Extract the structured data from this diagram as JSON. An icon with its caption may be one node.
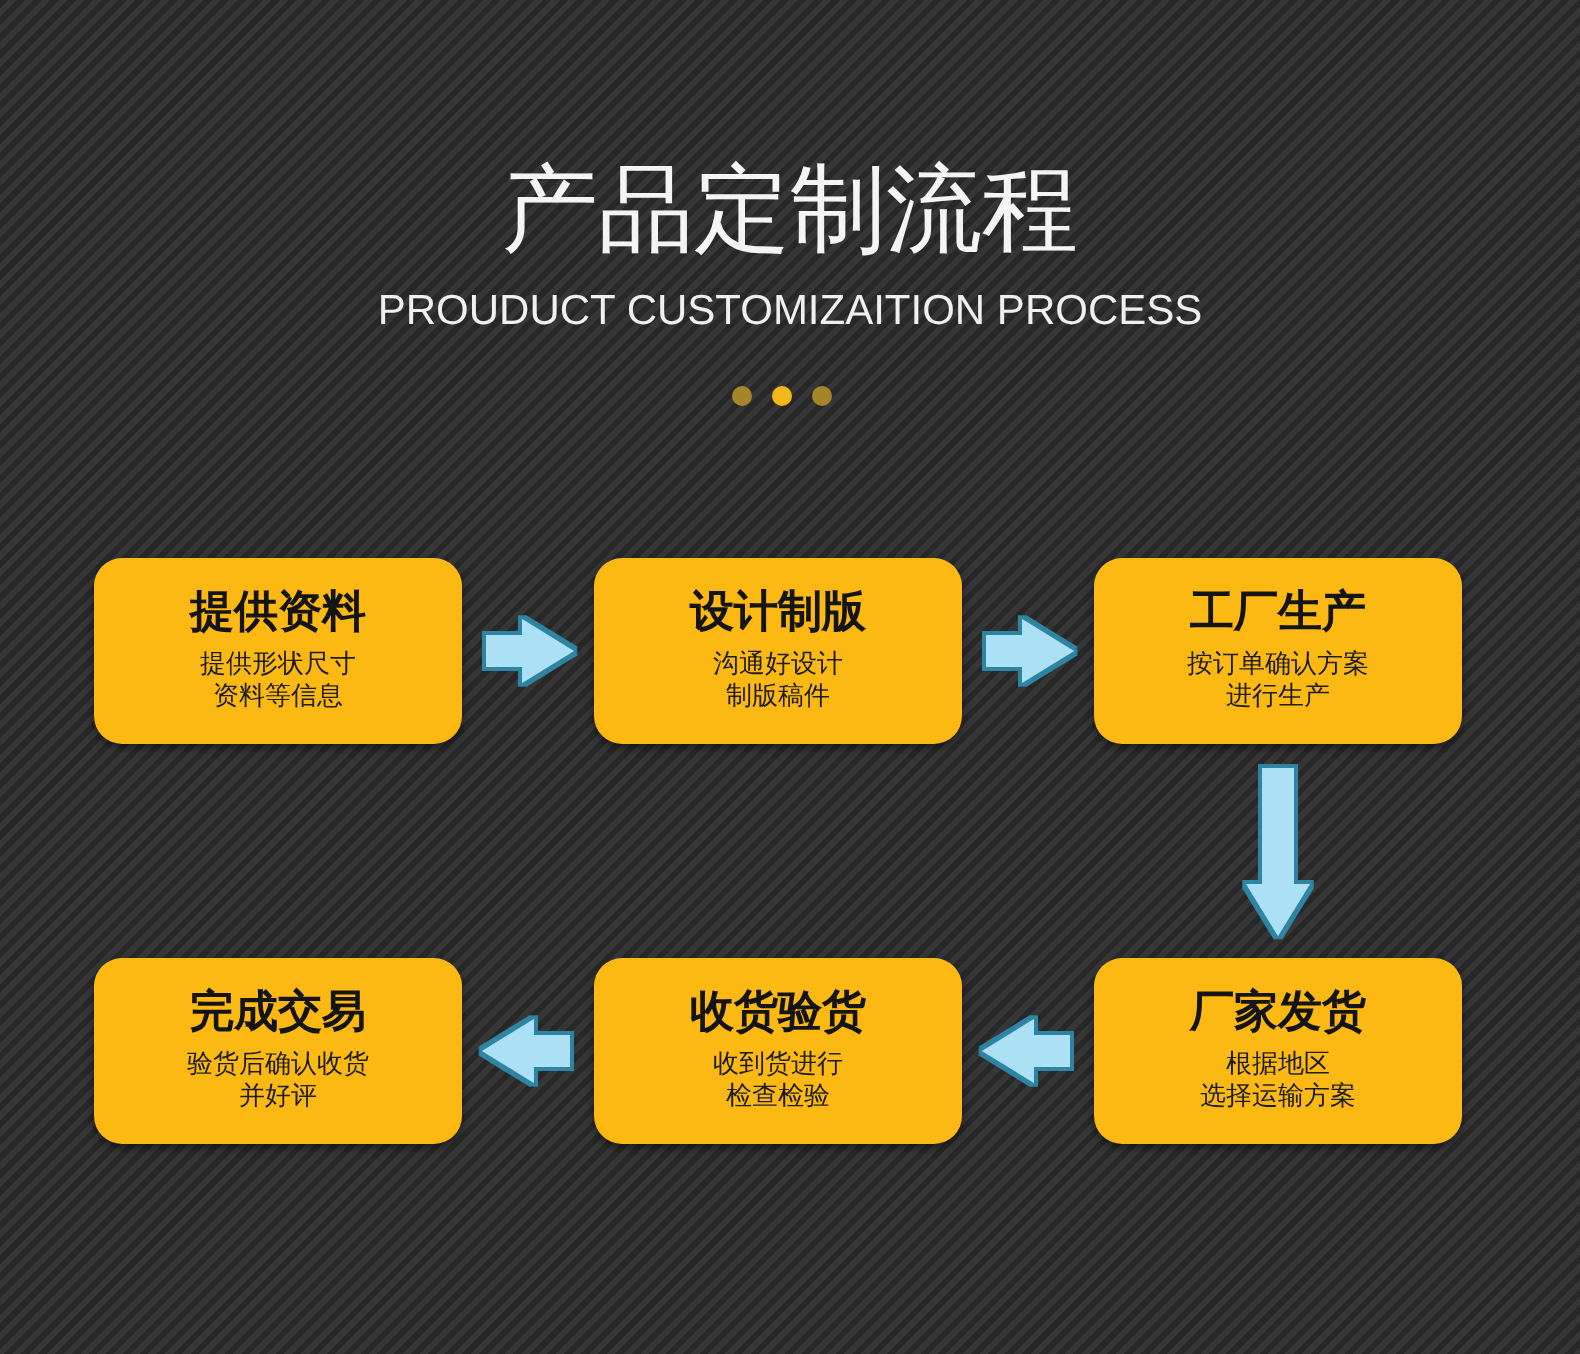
{
  "diagram": {
    "title": "产品定制流程",
    "nodes": [
      {
        "text": [
          "提供资料",
          "提供形状尺寸资料等信息"
        ]
      },
      {
        "text": [
          "设计制版",
          "沟通好设计制版稿件"
        ]
      },
      {
        "text": [
          "工厂生产",
          "按订单确认方案进行生产"
        ]
      },
      {
        "text": [
          "完成交易",
          "验货后确认收货并好评"
        ]
      },
      {
        "text": [
          "收货验货",
          "收到货进行检查检验"
        ]
      },
      {
        "text": [
          "厂家发货",
          "根据地区选择运输方案"
        ]
      }
    ],
    "edges": [
      {
        "from": 0,
        "to": 1,
        "arrow": "to"
      },
      {
        "from": 1,
        "to": 2,
        "arrow": "to"
      },
      {
        "from": 2,
        "to": 5,
        "arrow": "to"
      },
      {
        "from": 5,
        "to": 4,
        "arrow": "to"
      },
      {
        "from": 4,
        "to": 3,
        "arrow": "to"
      }
    ],
    "labels": [
      "PROUDUCT CUSTOMIZAITION PROCESS"
    ]
  }
}
